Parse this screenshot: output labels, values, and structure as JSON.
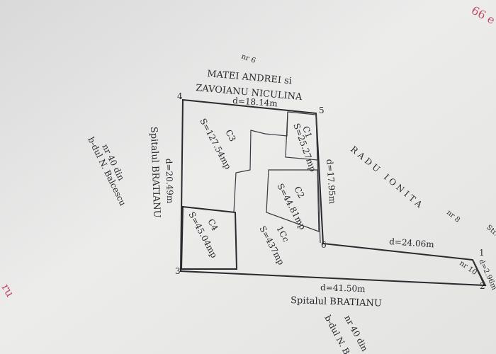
{
  "owners": {
    "north": {
      "number": "nr 6",
      "line1": "MATEI ANDREI si",
      "line2": "ZAVOIANU NICULINA"
    },
    "east": {
      "name": "RADU IONITA",
      "number": "nr 8",
      "number2": "nr 10",
      "partial": "Str. C"
    },
    "west": {
      "number": "nr 40 din",
      "street": "b-dul N. Balcescu",
      "hospital": "Spitalul BRATIANU"
    },
    "south": {
      "hospital": "Spitalul BRATIANU",
      "number": "nr 40 din",
      "street": "b-dul N. B"
    }
  },
  "distances": {
    "north": "d=18.14m",
    "west": "d=20.49m",
    "east": "d=17.95m",
    "east2": "d=24.06m",
    "south": "d=41.50m",
    "short": "d=2.96m"
  },
  "vertices": [
    "1",
    "2",
    "3",
    "4",
    "5",
    "6"
  ],
  "parcels": [
    {
      "code": "C1",
      "area": "S=25.27mp"
    },
    {
      "code": "C2",
      "area": "S=44.81mp"
    },
    {
      "code": "C3",
      "area": "S=127.54mp"
    },
    {
      "code": "C4",
      "area": "S=45.04mp"
    },
    {
      "code": "1Cc",
      "area": "S=437mp"
    }
  ],
  "stamps": {
    "top_right": "66 e",
    "bottom_left": "ru"
  }
}
